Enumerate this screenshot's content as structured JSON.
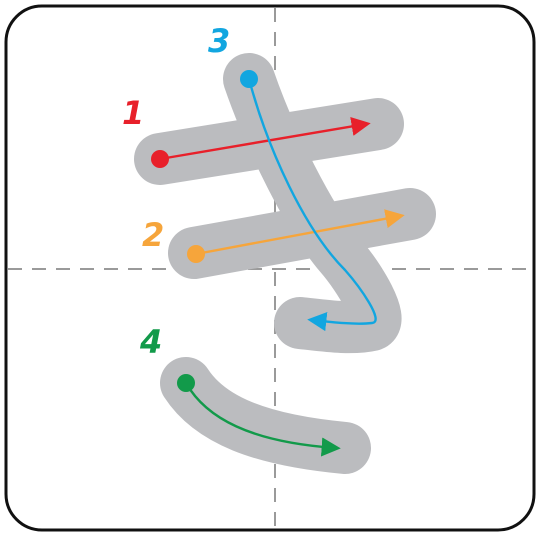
{
  "character": "き",
  "colors": {
    "frame": "#111111",
    "guide": "#9a9a9a",
    "stroke_shape": "#bbbcbf",
    "stroke_1": "#e8202a",
    "stroke_2": "#f6a53b",
    "stroke_3": "#12a6e0",
    "stroke_4": "#129a4a"
  },
  "strokes": [
    {
      "number": "1",
      "color_key": "stroke_1",
      "icon": "arrow-right"
    },
    {
      "number": "2",
      "color_key": "stroke_2",
      "icon": "arrow-right"
    },
    {
      "number": "3",
      "color_key": "stroke_3",
      "icon": "arrow-down-hook"
    },
    {
      "number": "4",
      "color_key": "stroke_4",
      "icon": "arrow-curve"
    }
  ]
}
